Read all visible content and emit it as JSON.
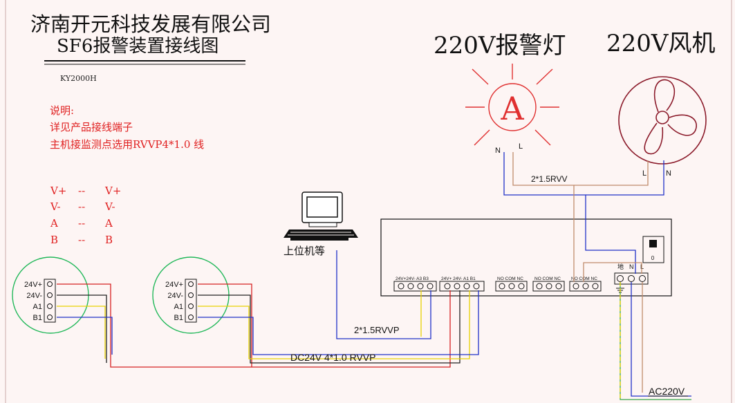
{
  "title": {
    "company": "济南开元科技发展有限公司",
    "subtitle": "SF6报警装置接线图",
    "model": "KY2000H"
  },
  "notes": {
    "heading": "说明:",
    "line1": "详见产品接线端子",
    "line2": "主机接监测点选用RVVP4*1.0 线"
  },
  "mapping": [
    {
      "left": "V+",
      "sep": "--",
      "right": "V+"
    },
    {
      "left": "V-",
      "sep": "--",
      "right": "V-"
    },
    {
      "left": "A",
      "sep": "--",
      "right": "A"
    },
    {
      "left": "B",
      "sep": "--",
      "right": "B"
    }
  ],
  "devices": {
    "alarm_lamp": {
      "label": "220V报警灯",
      "symbol": "A",
      "n": "N",
      "l": "L"
    },
    "fan": {
      "label": "220V风机",
      "l": "L",
      "n": "N"
    },
    "computer": {
      "label": "上位机等"
    }
  },
  "sensor_terminals": [
    "24V+",
    "24V-",
    "A1",
    "B1"
  ],
  "controller": {
    "comm_terms": "24V+24V- A3  B3",
    "sensor_terms": "24V+ 24V- A1   B1",
    "relay_terms": "NO COM NC",
    "power_ground": "地",
    "power_n": "N",
    "power_l": "L",
    "switch_label": "0"
  },
  "cables": {
    "fan_lamp": "2*1.5RVV",
    "comm": "2*1.5RVVP",
    "sensor_bus": "DC24V  4*1.0 RVVP",
    "power": "AC220V"
  },
  "colors": {
    "background": "#fdf5f4",
    "brand_text": "#111111",
    "note_red": "#e02020",
    "lamp_red": "#e03030",
    "fan_maroon": "#8b1a2a",
    "sensor_green": "#22b85a",
    "wire_red": "#d62020",
    "wire_black": "#222222",
    "wire_yellow": "#e8d200",
    "wire_blue": "#2030c8",
    "wire_brown": "#c08a6a",
    "wire_green": "#3aa84a"
  }
}
